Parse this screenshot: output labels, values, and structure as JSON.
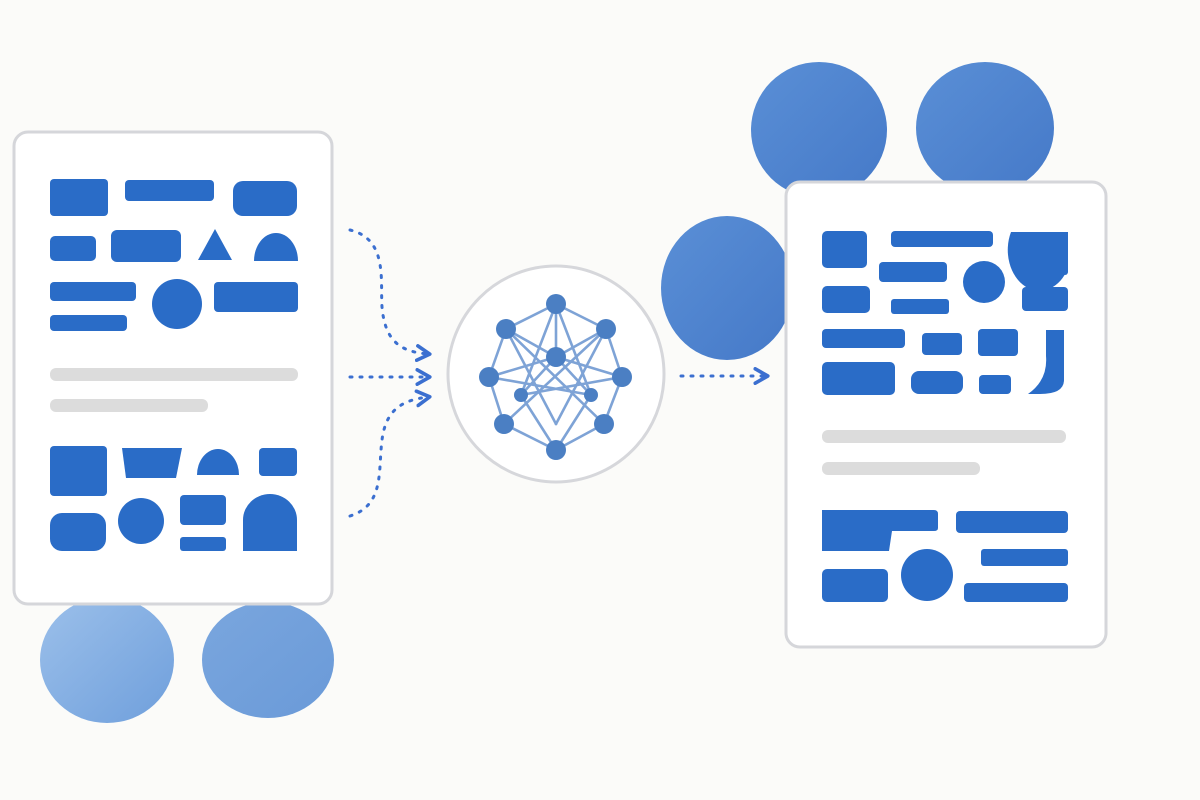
{
  "colors": {
    "background": "#fbfbf9",
    "card_fill": "#ffffff",
    "card_border": "#d5d6da",
    "block_blue": "#2a6cc7",
    "text_line_gray": "#dcdcdc",
    "circle_light": "#86afe2",
    "circle_mid": "#7aa6de",
    "circle_strong": "#4e85d0",
    "arrow_blue": "#3b6fd0",
    "network_node": "#4b7fc3",
    "network_edge": "#7ea3d6",
    "hub_border": "#d6d7db"
  },
  "icons": {
    "source_document": "document-card-icon",
    "ai_hub": "neural-network-icon",
    "result_document": "document-card-icon",
    "flow": "dotted-arrow-icon"
  },
  "diagram": {
    "flow_order": [
      "source-document",
      "ai-hub",
      "result-document"
    ],
    "input_arrow_count": 3,
    "output_arrow_count": 1,
    "network_node_count": 11,
    "labels": []
  }
}
